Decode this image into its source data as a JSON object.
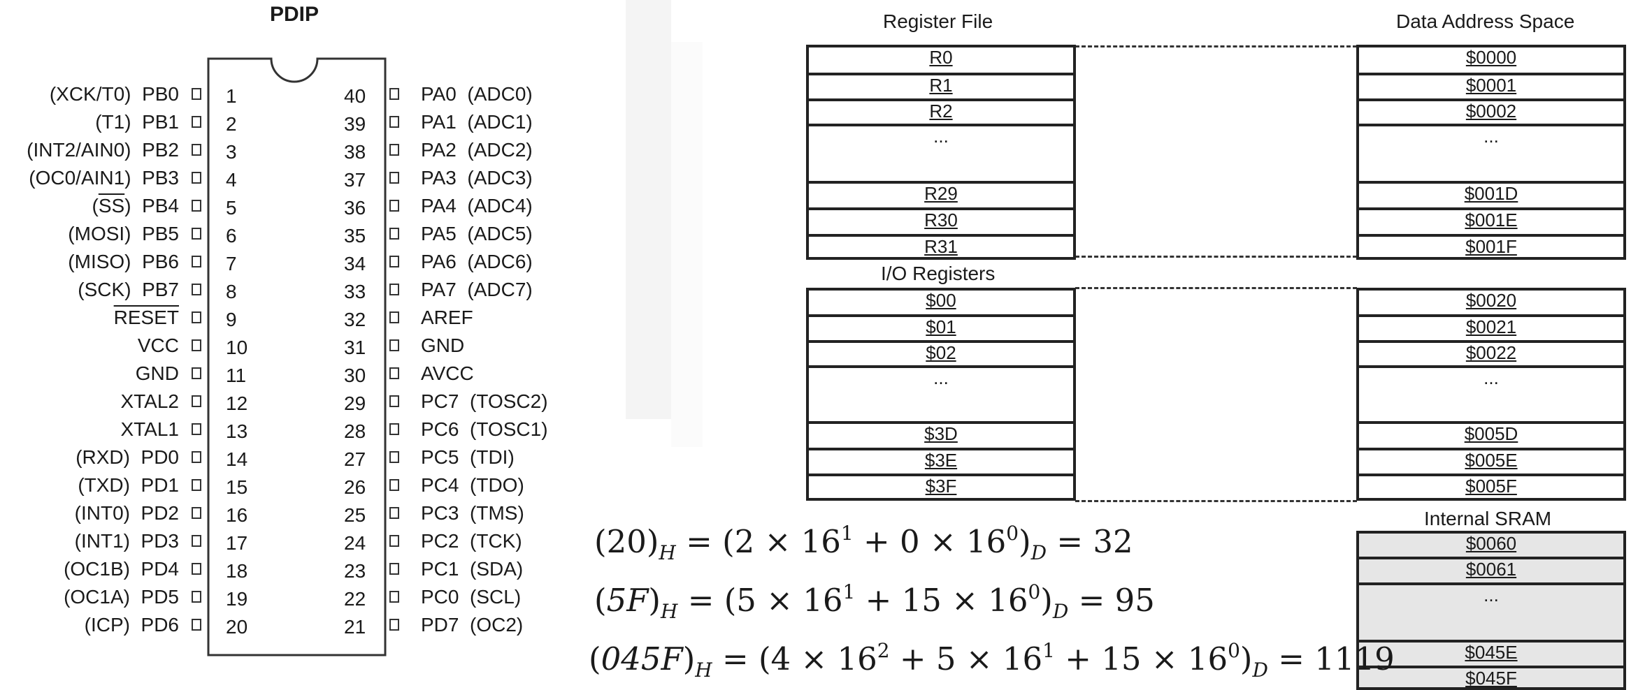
{
  "pdip": {
    "title": "PDIP",
    "left_pins": [
      {
        "num": "1",
        "label": "(XCK/T0)  PB0"
      },
      {
        "num": "2",
        "label": "(T1)  PB1"
      },
      {
        "num": "3",
        "label": "(INT2/AIN0)  PB2"
      },
      {
        "num": "4",
        "label": "(OC0/AIN1)  PB3"
      },
      {
        "num": "5",
        "pre": "(",
        "over": "SS",
        "post": ")  PB4"
      },
      {
        "num": "6",
        "label": "(MOSI)  PB5"
      },
      {
        "num": "7",
        "label": "(MISO)  PB6"
      },
      {
        "num": "8",
        "label": "(SCK)  PB7"
      },
      {
        "num": "9",
        "pre": "",
        "over": "RESET",
        "post": ""
      },
      {
        "num": "10",
        "label": "VCC"
      },
      {
        "num": "11",
        "label": "GND"
      },
      {
        "num": "12",
        "label": "XTAL2"
      },
      {
        "num": "13",
        "label": "XTAL1"
      },
      {
        "num": "14",
        "label": "(RXD)  PD0"
      },
      {
        "num": "15",
        "label": "(TXD)  PD1"
      },
      {
        "num": "16",
        "label": "(INT0)  PD2"
      },
      {
        "num": "17",
        "label": "(INT1)  PD3"
      },
      {
        "num": "18",
        "label": "(OC1B)  PD4"
      },
      {
        "num": "19",
        "label": "(OC1A)  PD5"
      },
      {
        "num": "20",
        "label": "(ICP)  PD6"
      }
    ],
    "right_pins": [
      {
        "num": "40",
        "label": "PA0  (ADC0)"
      },
      {
        "num": "39",
        "label": "PA1  (ADC1)"
      },
      {
        "num": "38",
        "label": "PA2  (ADC2)"
      },
      {
        "num": "37",
        "label": "PA3  (ADC3)"
      },
      {
        "num": "36",
        "label": "PA4  (ADC4)"
      },
      {
        "num": "35",
        "label": "PA5  (ADC5)"
      },
      {
        "num": "34",
        "label": "PA6  (ADC6)"
      },
      {
        "num": "33",
        "label": "PA7  (ADC7)"
      },
      {
        "num": "32",
        "label": "AREF"
      },
      {
        "num": "31",
        "label": "GND"
      },
      {
        "num": "30",
        "label": "AVCC"
      },
      {
        "num": "29",
        "label": "PC7  (TOSC2)"
      },
      {
        "num": "28",
        "label": "PC6  (TOSC1)"
      },
      {
        "num": "27",
        "label": "PC5  (TDI)"
      },
      {
        "num": "26",
        "label": "PC4  (TDO)"
      },
      {
        "num": "25",
        "label": "PC3  (TMS)"
      },
      {
        "num": "24",
        "label": "PC2  (TCK)"
      },
      {
        "num": "23",
        "label": "PC1  (SDA)"
      },
      {
        "num": "22",
        "label": "PC0  (SCL)"
      },
      {
        "num": "21",
        "label": "PD7  (OC2)"
      }
    ]
  },
  "memory_map": {
    "register_file_title": "Register File",
    "data_space_title": "Data Address Space",
    "io_title": "I/O Registers",
    "sram_title": "Internal SRAM",
    "register_file": [
      "R0",
      "R1",
      "R2",
      "...",
      "R29",
      "R30",
      "R31"
    ],
    "io_registers": [
      "$00",
      "$01",
      "$02",
      "...",
      "$3D",
      "$3E",
      "$3F"
    ],
    "data_addresses_regs": [
      "$0000",
      "$0001",
      "$0002",
      "...",
      "$001D",
      "$001E",
      "$001F"
    ],
    "data_addresses_io": [
      "$0020",
      "$0021",
      "$0022",
      "...",
      "$005D",
      "$005E",
      "$005F"
    ],
    "sram": [
      "$0060",
      "$0061",
      "...",
      "$045E",
      "$045F"
    ]
  },
  "equations": [
    {
      "lhs": "20",
      "expr": "2 × 16¹ + 0 × 16⁰",
      "result": "32"
    },
    {
      "lhs": "5F",
      "expr": "5 × 16¹ + 15 × 16⁰",
      "result": "95"
    },
    {
      "lhs": "045F",
      "expr": "4 × 16² + 5 × 16¹ + 15 × 16⁰",
      "result": "1119"
    }
  ],
  "colors": {
    "cell_border": "#222222",
    "sram_fill": "#e6e6e6",
    "watermark": "#f4f4f4"
  }
}
